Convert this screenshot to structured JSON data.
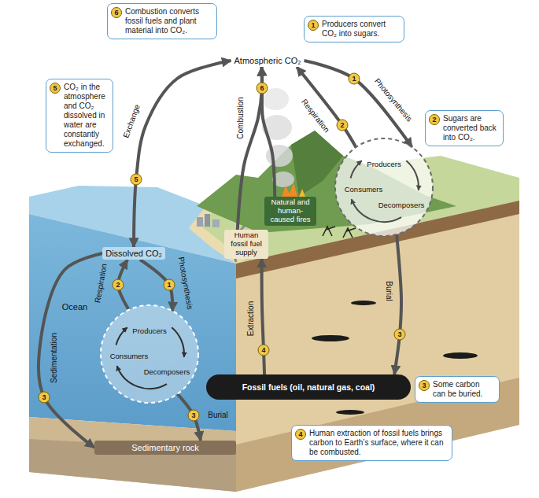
{
  "diagram": {
    "nodes": [
      {
        "text": [
          "6",
          "Combustion converts fossil fuels and plant material into CO₂."
        ]
      },
      {
        "text": [
          "1",
          "Producers convert CO₂ into sugars."
        ]
      },
      {
        "text": [
          "Atmospheric CO₂"
        ]
      },
      {
        "text": [
          "5",
          "CO₂ in the atmosphere and CO₂ dissolved in water are constantly exchanged."
        ]
      },
      {
        "text": [
          "2",
          "Sugars are converted back into CO₂."
        ]
      },
      {
        "text": [
          "Producers",
          "Consumers",
          "Decomposers"
        ]
      },
      {
        "text": [
          "Natural and human-caused fires"
        ]
      },
      {
        "text": [
          "Human fossil fuel supply"
        ]
      },
      {
        "text": [
          "Dissolved CO₂"
        ]
      },
      {
        "text": [
          "Producers",
          "Consumers",
          "Decomposers"
        ]
      },
      {
        "text": [
          "3",
          "Some carbon can be buried."
        ]
      },
      {
        "text": [
          "Fossil fuels (oil, natural gas, coal)"
        ]
      },
      {
        "text": [
          "4",
          "Human extraction of fossil fuels brings carbon to Earth’s surface, where it can be combusted."
        ]
      },
      {
        "text": [
          "Sedimentary rock"
        ]
      }
    ],
    "edges": [
      {
        "from": 2,
        "to": 5,
        "label": "Photosynthesis",
        "arrow": "to"
      },
      {
        "from": 5,
        "to": 2,
        "label": "Respiration",
        "arrow": "to"
      },
      {
        "from": 7,
        "to": 2,
        "label": "Combustion",
        "arrow": "to"
      },
      {
        "from": 6,
        "to": 2,
        "arrow": "to"
      },
      {
        "from": 2,
        "to": 8,
        "label": "Exchange",
        "arrow": "both"
      },
      {
        "from": 8,
        "to": 9,
        "label": "Photosynthesis",
        "arrow": "to"
      },
      {
        "from": 9,
        "to": 8,
        "label": "Respiration",
        "arrow": "to"
      },
      {
        "from": 5,
        "to": 11,
        "label": "Burial",
        "arrow": "to"
      },
      {
        "from": 11,
        "to": 7,
        "label": "Extraction",
        "arrow": "to"
      },
      {
        "from": 8,
        "to": 13,
        "label": "Sedimentation",
        "arrow": "to"
      },
      {
        "from": 9,
        "to": 13,
        "label": "Burial",
        "arrow": "to"
      }
    ],
    "labels": [
      "6",
      "1",
      "2",
      "5",
      "Ocean",
      "2",
      "1",
      "3",
      "4",
      "3",
      "3"
    ]
  }
}
